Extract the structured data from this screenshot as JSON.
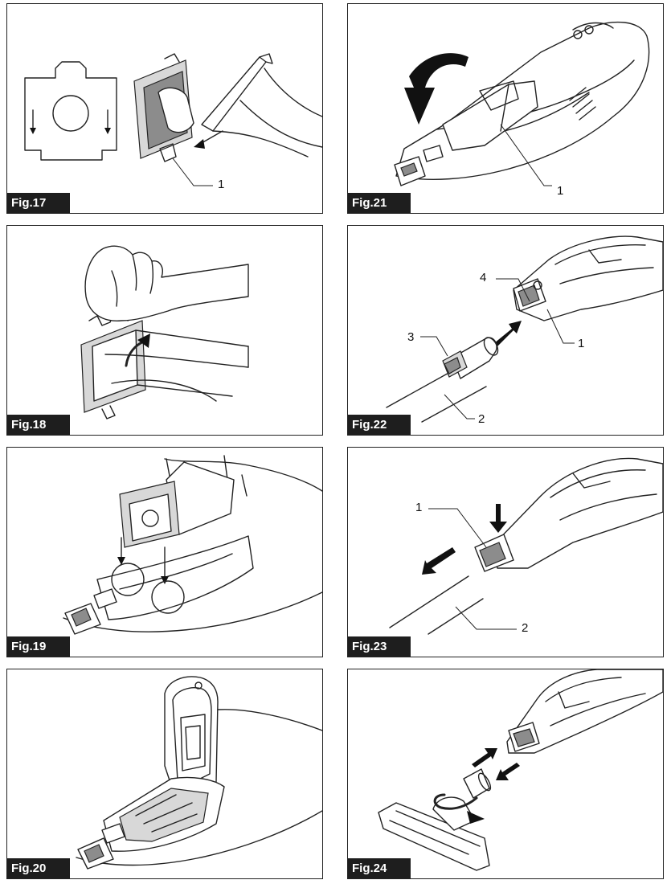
{
  "figures": [
    {
      "id": "fig17",
      "label": "Fig.17",
      "callouts": [
        "1"
      ]
    },
    {
      "id": "fig21",
      "label": "Fig.21",
      "callouts": [
        "1"
      ]
    },
    {
      "id": "fig18",
      "label": "Fig.18",
      "callouts": []
    },
    {
      "id": "fig22",
      "label": "Fig.22",
      "callouts": [
        "4",
        "3",
        "1",
        "2"
      ]
    },
    {
      "id": "fig19",
      "label": "Fig.19",
      "callouts": []
    },
    {
      "id": "fig23",
      "label": "Fig.23",
      "callouts": [
        "1",
        "2"
      ]
    },
    {
      "id": "fig20",
      "label": "Fig.20",
      "callouts": []
    },
    {
      "id": "fig24",
      "label": "Fig.24",
      "callouts": []
    }
  ]
}
